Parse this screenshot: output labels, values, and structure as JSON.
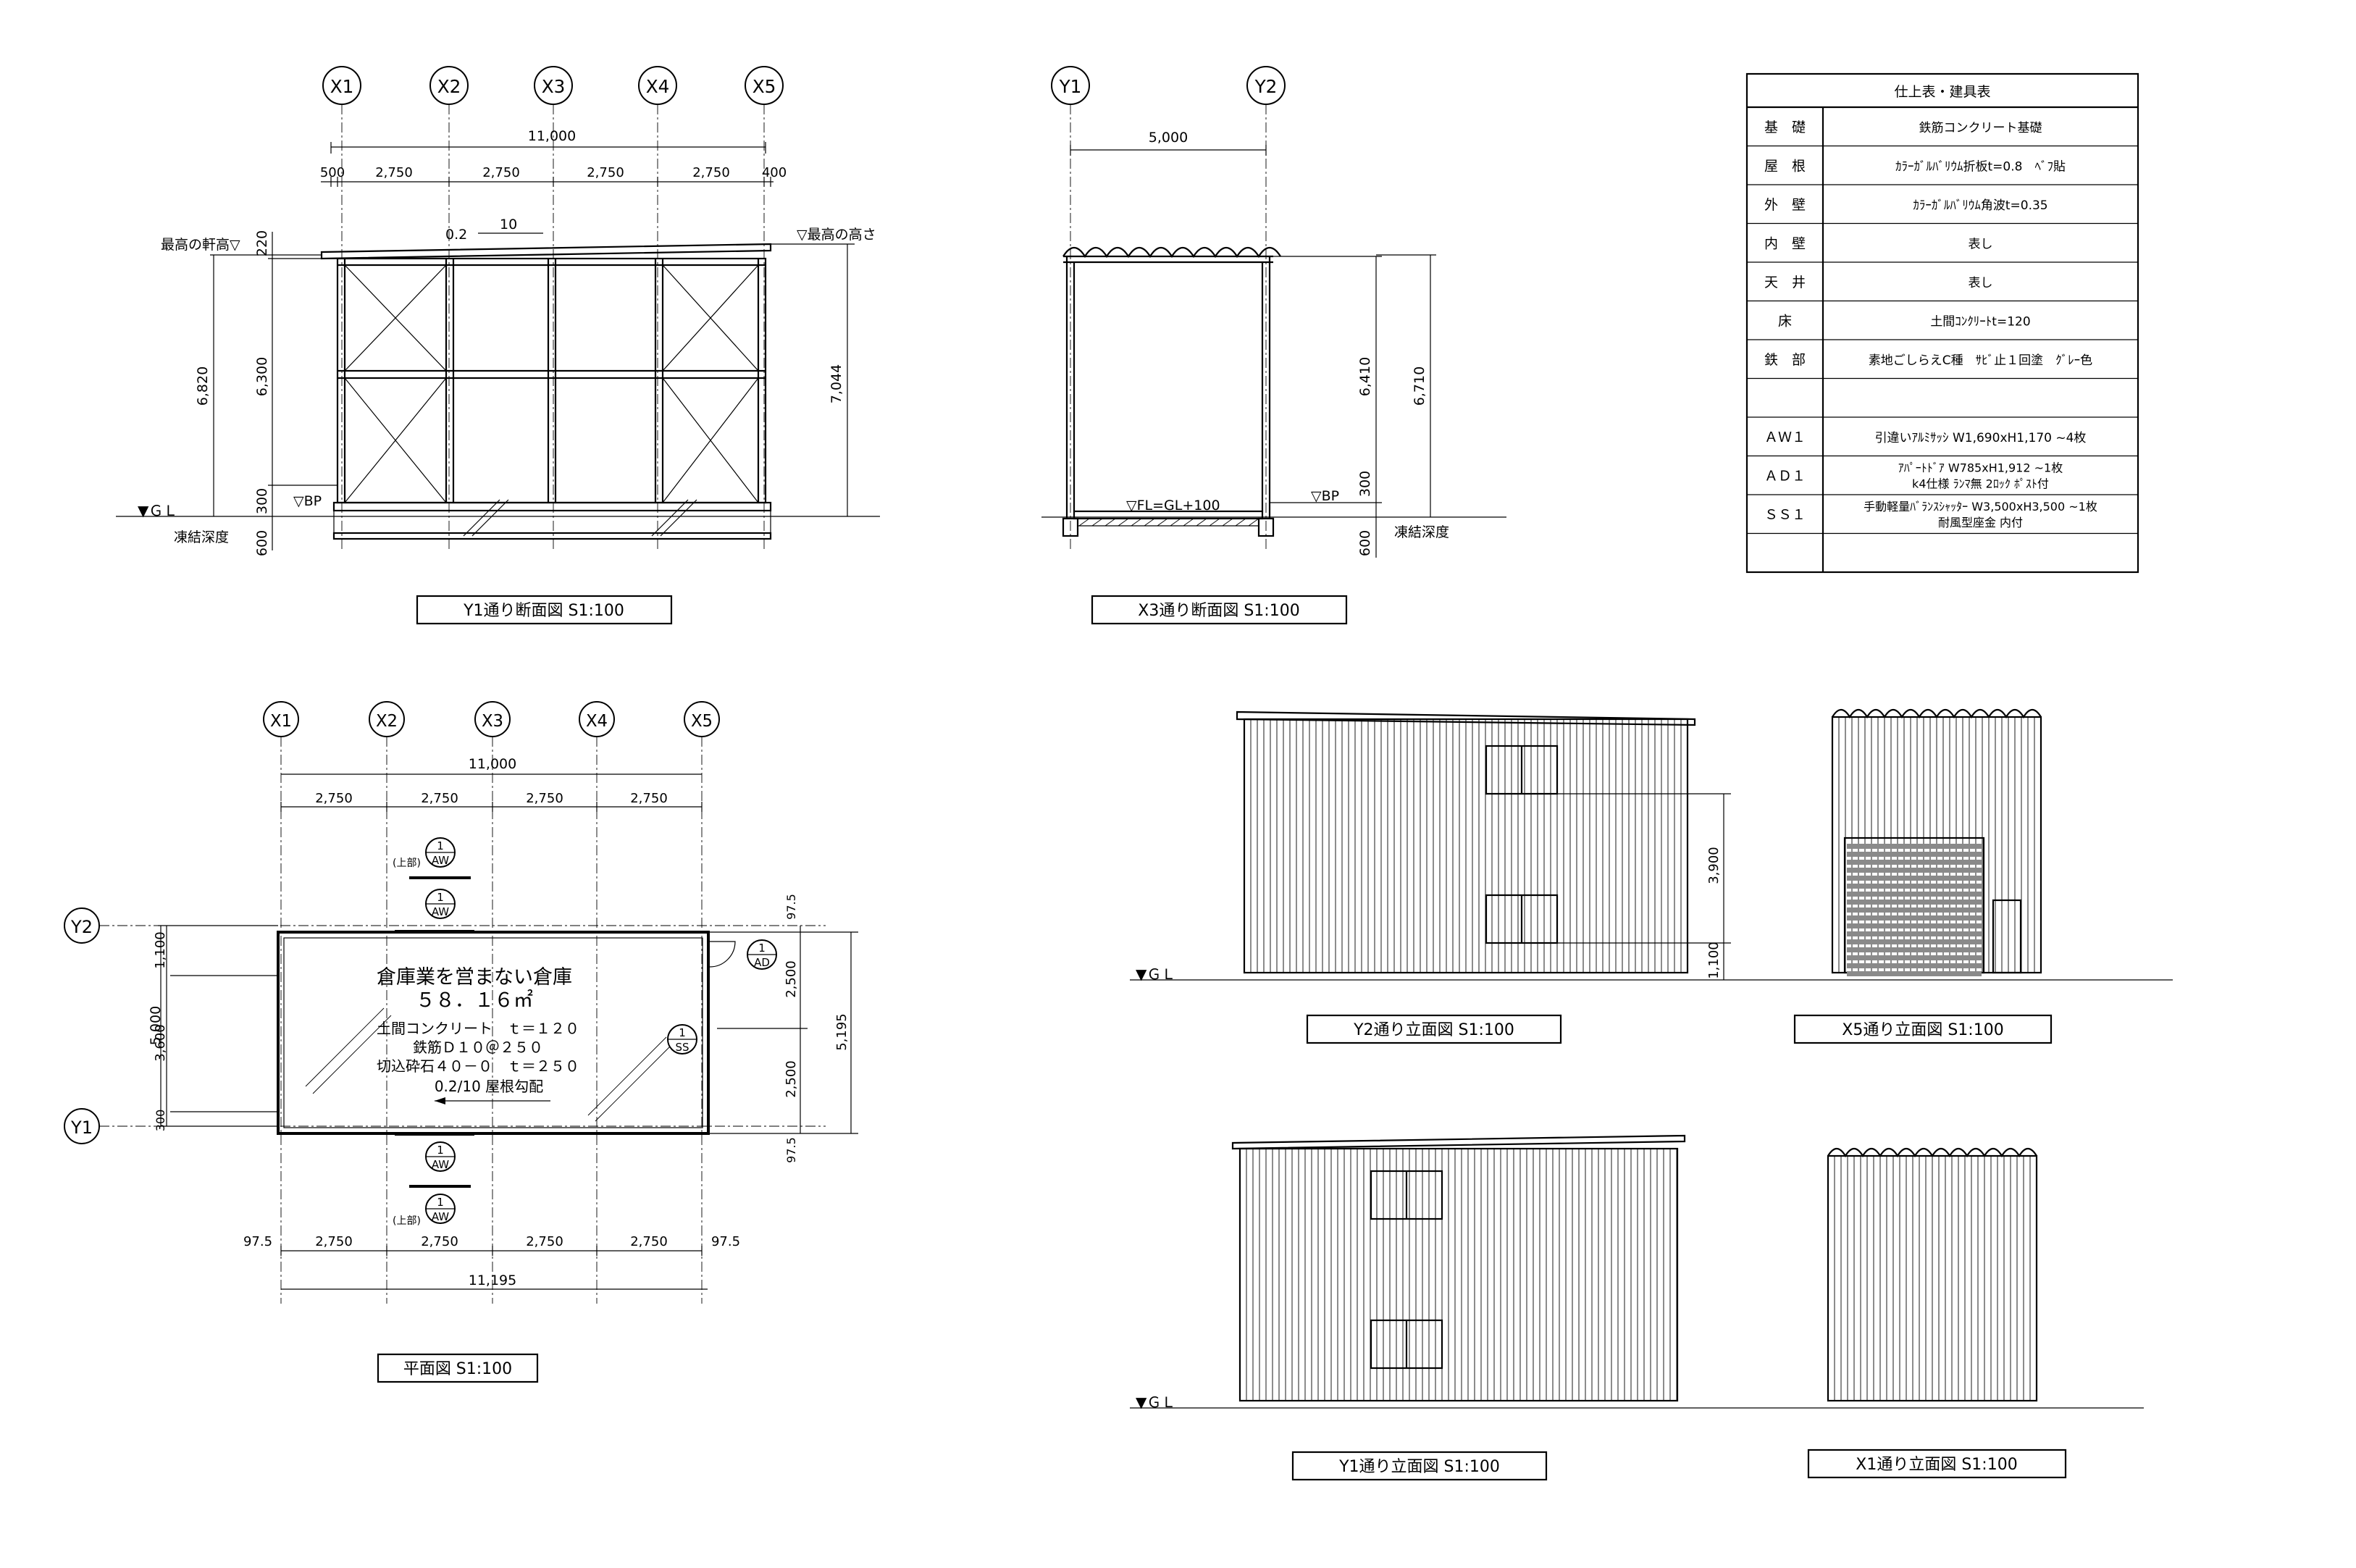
{
  "grid_x": [
    "X1",
    "X2",
    "X3",
    "X4",
    "X5"
  ],
  "grid_y": [
    "Y1",
    "Y2"
  ],
  "section_y1": {
    "title": "Y1通り断面図 S1:100",
    "overall": "11,000",
    "spans": [
      "500",
      "2,750",
      "2,750",
      "2,750",
      "2,750",
      "400"
    ],
    "slope_top": "10",
    "slope_side": "0.2",
    "eaves_label": "最高の軒高▽",
    "max_height_label": "▽最高の高さ",
    "gl_label": "▼ＧＬ",
    "bp_label": "▽BP",
    "frost_label": "凍結深度",
    "dim_220": "220",
    "dim_6820": "6,820",
    "dim_6300": "6,300",
    "dim_300": "300",
    "dim_600": "600",
    "dim_7044": "7,044"
  },
  "section_x3": {
    "title": "X3通り断面図 S1:100",
    "span": "5,000",
    "fl_label": "▽FL=GL+100",
    "bp_label": "▽BP",
    "frost_label": "凍結深度",
    "dim_6410": "6,410",
    "dim_6710": "6,710",
    "dim_300": "300",
    "dim_600": "600"
  },
  "spec_table": {
    "title": "仕上表・建具表",
    "rows": [
      {
        "k": "基　礎",
        "v": "鉄筋コンクリート基礎"
      },
      {
        "k": "屋　根",
        "v": "ｶﾗｰｶﾞﾙﾊﾞﾘｳﾑ折板t=0.8　ﾍﾞﾌ貼"
      },
      {
        "k": "外　壁",
        "v": "ｶﾗｰｶﾞﾙﾊﾞﾘｳﾑ角波t=0.35"
      },
      {
        "k": "内　壁",
        "v": "表し"
      },
      {
        "k": "天　井",
        "v": "表し"
      },
      {
        "k": "床",
        "v": "土間ｺﾝｸﾘｰﾄt=120"
      },
      {
        "k": "鉄　部",
        "v": "素地ごしらえC種　ｻﾋﾞ止１回塗　ｸﾞﾚｰ色"
      },
      {
        "k": "",
        "v": ""
      },
      {
        "k": "ＡＷ１",
        "v": "引違いｱﾙﾐｻｯｼ W1,690xH1,170 ~4枚"
      },
      {
        "k": "ＡＤ１",
        "v": "ｱﾊﾟｰﾄﾄﾞｱ W785xH1,912 ~1枚",
        "v2": "k4仕様 ﾗﾝﾏ無 2ﾛｯｸ ﾎﾟｽﾄ付"
      },
      {
        "k": "ＳＳ１",
        "v": "手動軽量ﾊﾞﾗﾝｽｼｬｯﾀｰ W3,500xH3,500 ~1枚",
        "v2": "耐風型座金 内付"
      },
      {
        "k": "",
        "v": ""
      }
    ]
  },
  "plan": {
    "title": "平面図 S1:100",
    "overall_top": "11,000",
    "overall_bottom": "11,195",
    "spans": [
      "2,750",
      "2,750",
      "2,750",
      "2,750"
    ],
    "edge": "97.5",
    "left_dims": [
      "1,100",
      "3,600",
      "300"
    ],
    "left_total": "5,000",
    "right_dims": [
      "2,500",
      "2,500"
    ],
    "right_total": "5,195",
    "right_edge": "97.5",
    "room_title": "倉庫業を営まない倉庫",
    "room_area": "５８．１６㎡",
    "notes": [
      "土間コンクリート　ｔ＝１２０",
      "鉄筋Ｄ１０＠２５０",
      "切込砕石４０－０　ｔ＝２５０"
    ],
    "slope_note": "0.2/10 屋根勾配",
    "tag_num": "1",
    "tag_aw": "AW",
    "tag_ad": "AD",
    "tag_ss": "SS",
    "upper": "(上部)"
  },
  "elev_y2": {
    "title": "Y2通り立面図 S1:100",
    "dim_3900": "3,900",
    "dim_1100": "1,100",
    "gl": "▼ＧＬ"
  },
  "elev_x5": {
    "title": "X5通り立面図 S1:100"
  },
  "elev_y1": {
    "title": "Y1通り立面図 S1:100",
    "gl": "▼ＧＬ"
  },
  "elev_x1": {
    "title": "X1通り立面図 S1:100"
  }
}
